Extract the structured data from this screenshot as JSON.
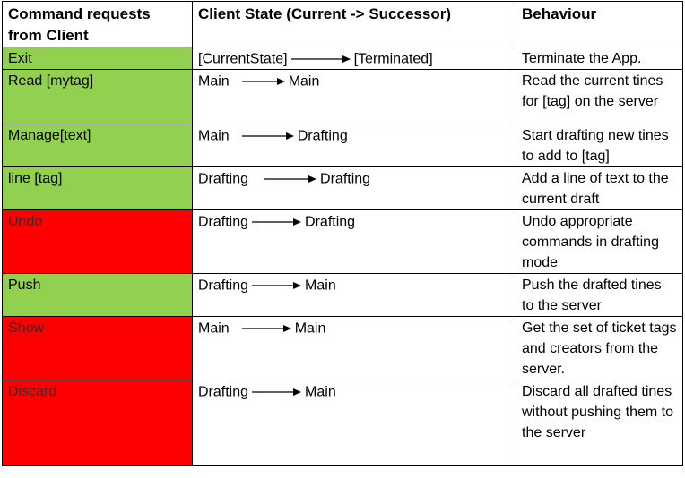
{
  "header": {
    "command": "Command requests from Client",
    "state": "Client State (Current -> Successor)",
    "behaviour": "Behaviour"
  },
  "colors": {
    "green": "#92d050",
    "red": "#ff0000"
  },
  "rows": [
    {
      "command": "Exit",
      "color": "green",
      "from": "[CurrentState]",
      "to": "[Terminated]",
      "behaviour": "Terminate the App."
    },
    {
      "command": "Read [mytag]",
      "color": "green",
      "from": "Main",
      "to": "Main",
      "behaviour": "Read the current tines for [tag] on the server"
    },
    {
      "command": "Manage[text]",
      "color": "green",
      "from": "Main",
      "to": "Drafting",
      "behaviour": "Start drafting new tines to add to [tag]"
    },
    {
      "command": "line [tag]",
      "color": "green",
      "from": "Drafting",
      "to": "Drafting",
      "behaviour": "Add a line of text to the current draft"
    },
    {
      "command": "Undo",
      "color": "red",
      "from": "Drafting",
      "to": "Drafting",
      "behaviour": "Undo appropriate commands in drafting mode"
    },
    {
      "command": "Push",
      "color": "green",
      "from": "Drafting",
      "to": "Main",
      "behaviour": "Push the drafted tines to the server"
    },
    {
      "command": "Show",
      "color": "red",
      "from": "Main",
      "to": "Main",
      "behaviour": "Get the set of ticket tags and creators from the server."
    },
    {
      "command": "Discard",
      "color": "red",
      "from": "Drafting",
      "to": "Main",
      "behaviour": "Discard all drafted tines without pushing them to the server"
    }
  ]
}
